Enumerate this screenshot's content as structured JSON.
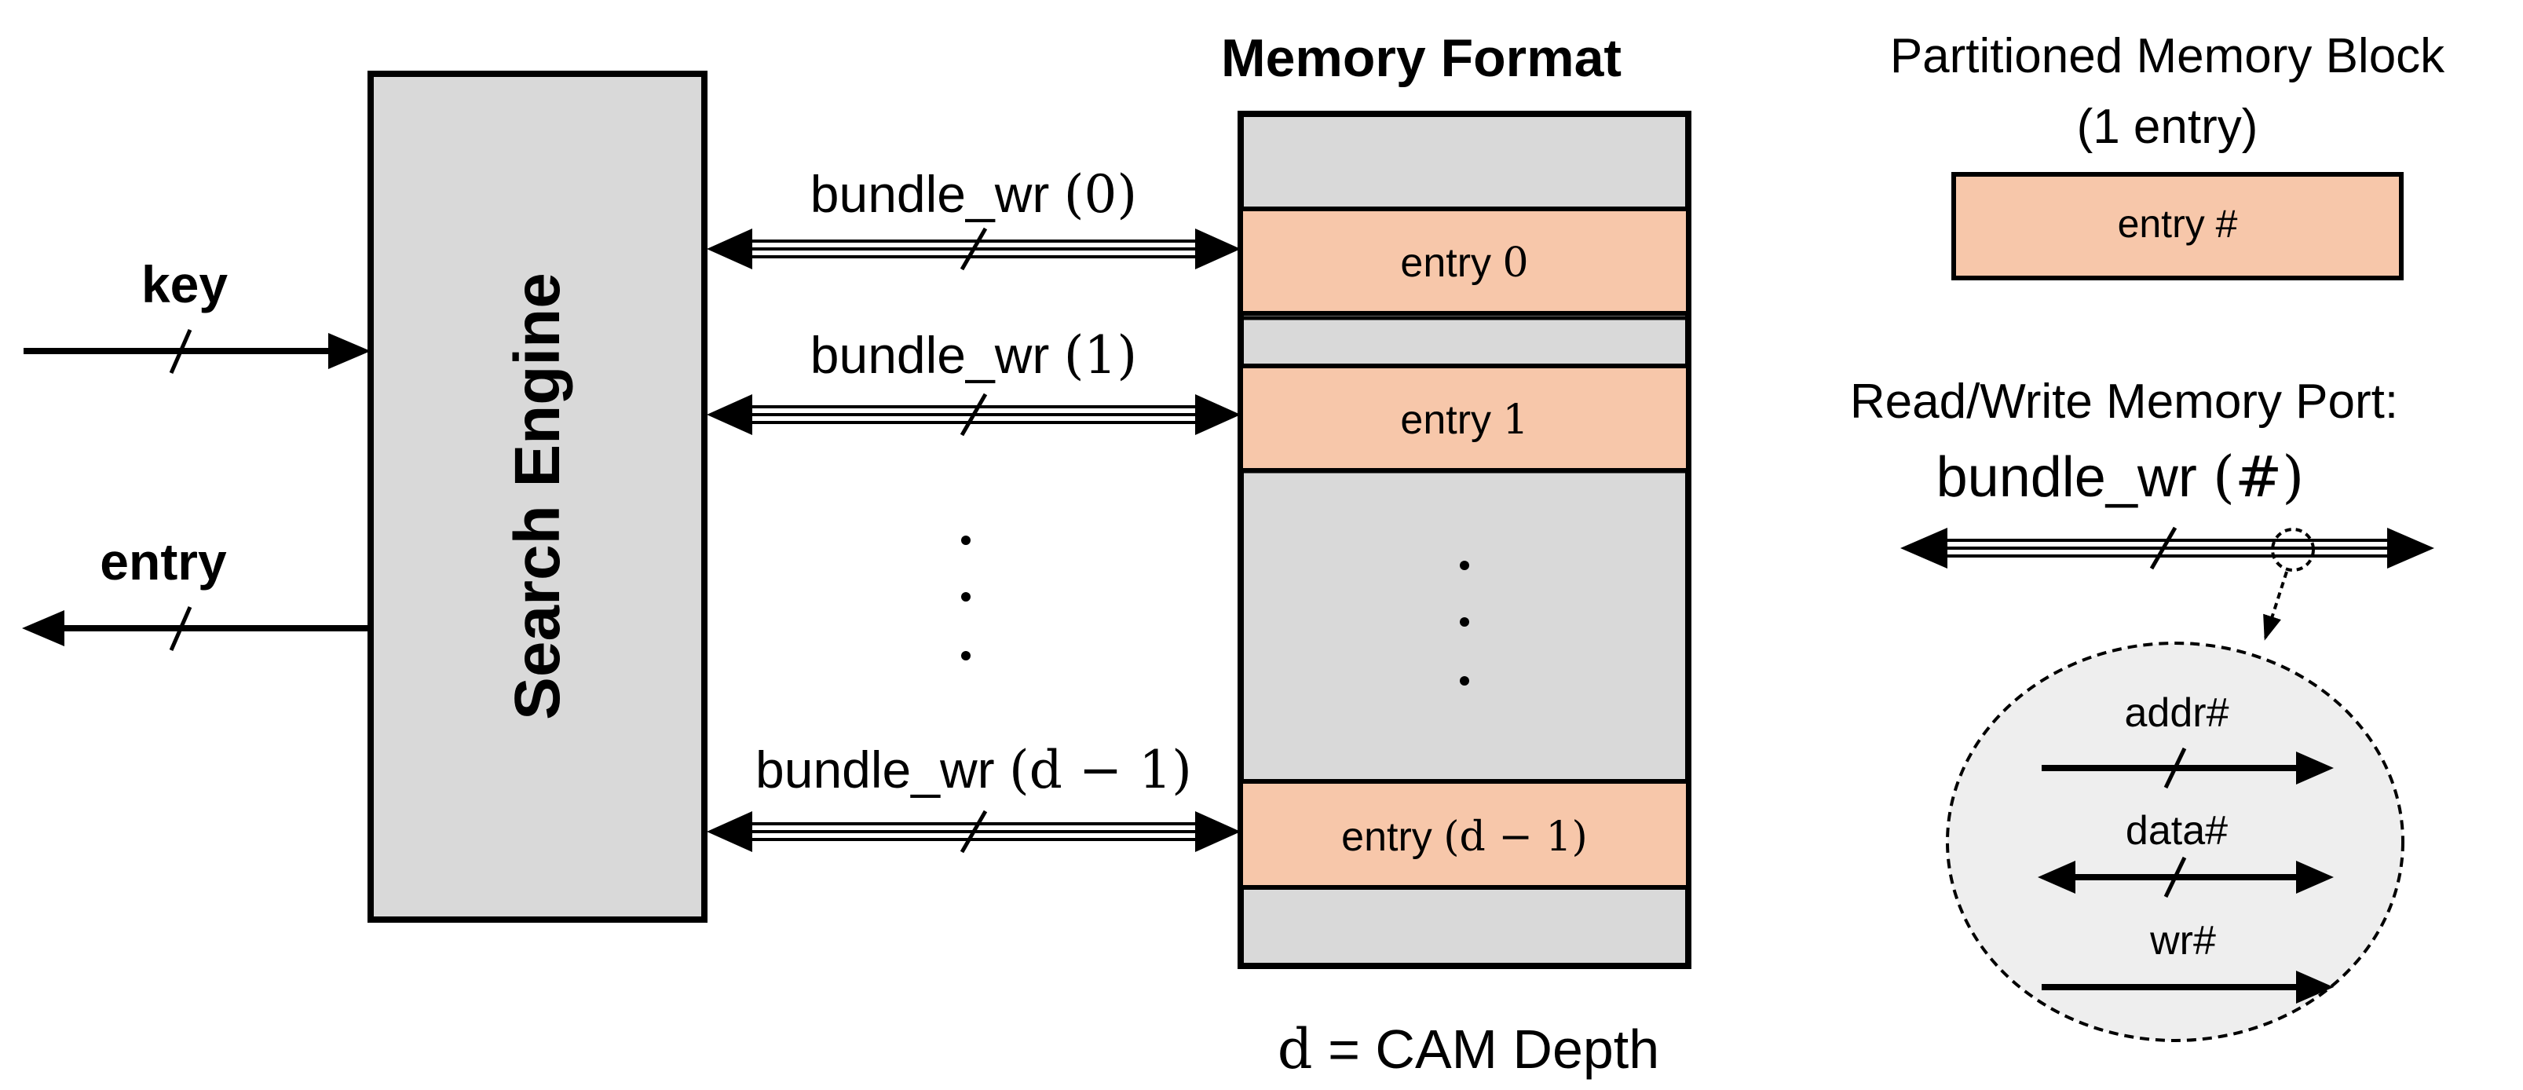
{
  "search_engine": {
    "label": "Search Engine"
  },
  "inputs": {
    "key_label": "key",
    "entry_label": "entry"
  },
  "memory": {
    "title": "Memory Format",
    "entries": [
      {
        "text": "entry",
        "index": "0"
      },
      {
        "text": "entry",
        "index": "1"
      },
      {
        "text": "entry",
        "index": "(d − 1)"
      }
    ],
    "footer_var": "d",
    "footer_text": " = CAM Depth"
  },
  "bundles": [
    {
      "text": "bundle_wr",
      "index": "(0)"
    },
    {
      "text": "bundle_wr",
      "index": "(1)"
    },
    {
      "text": "bundle_wr",
      "index": "(d − 1)"
    }
  ],
  "legend": {
    "block_title_1": "Partitioned Memory Block",
    "block_title_2": "(1 entry)",
    "block_entry": "entry #",
    "port_title": "Read/Write Memory Port:",
    "port_bundle_text": "bundle_wr",
    "port_bundle_index": "(#)",
    "signals": [
      "addr#",
      "data#",
      "wr#"
    ]
  },
  "colors": {
    "entry_fill": "#f7c7aa",
    "box_fill": "#d9d9d9",
    "circle_fill": "#eeeeee"
  }
}
